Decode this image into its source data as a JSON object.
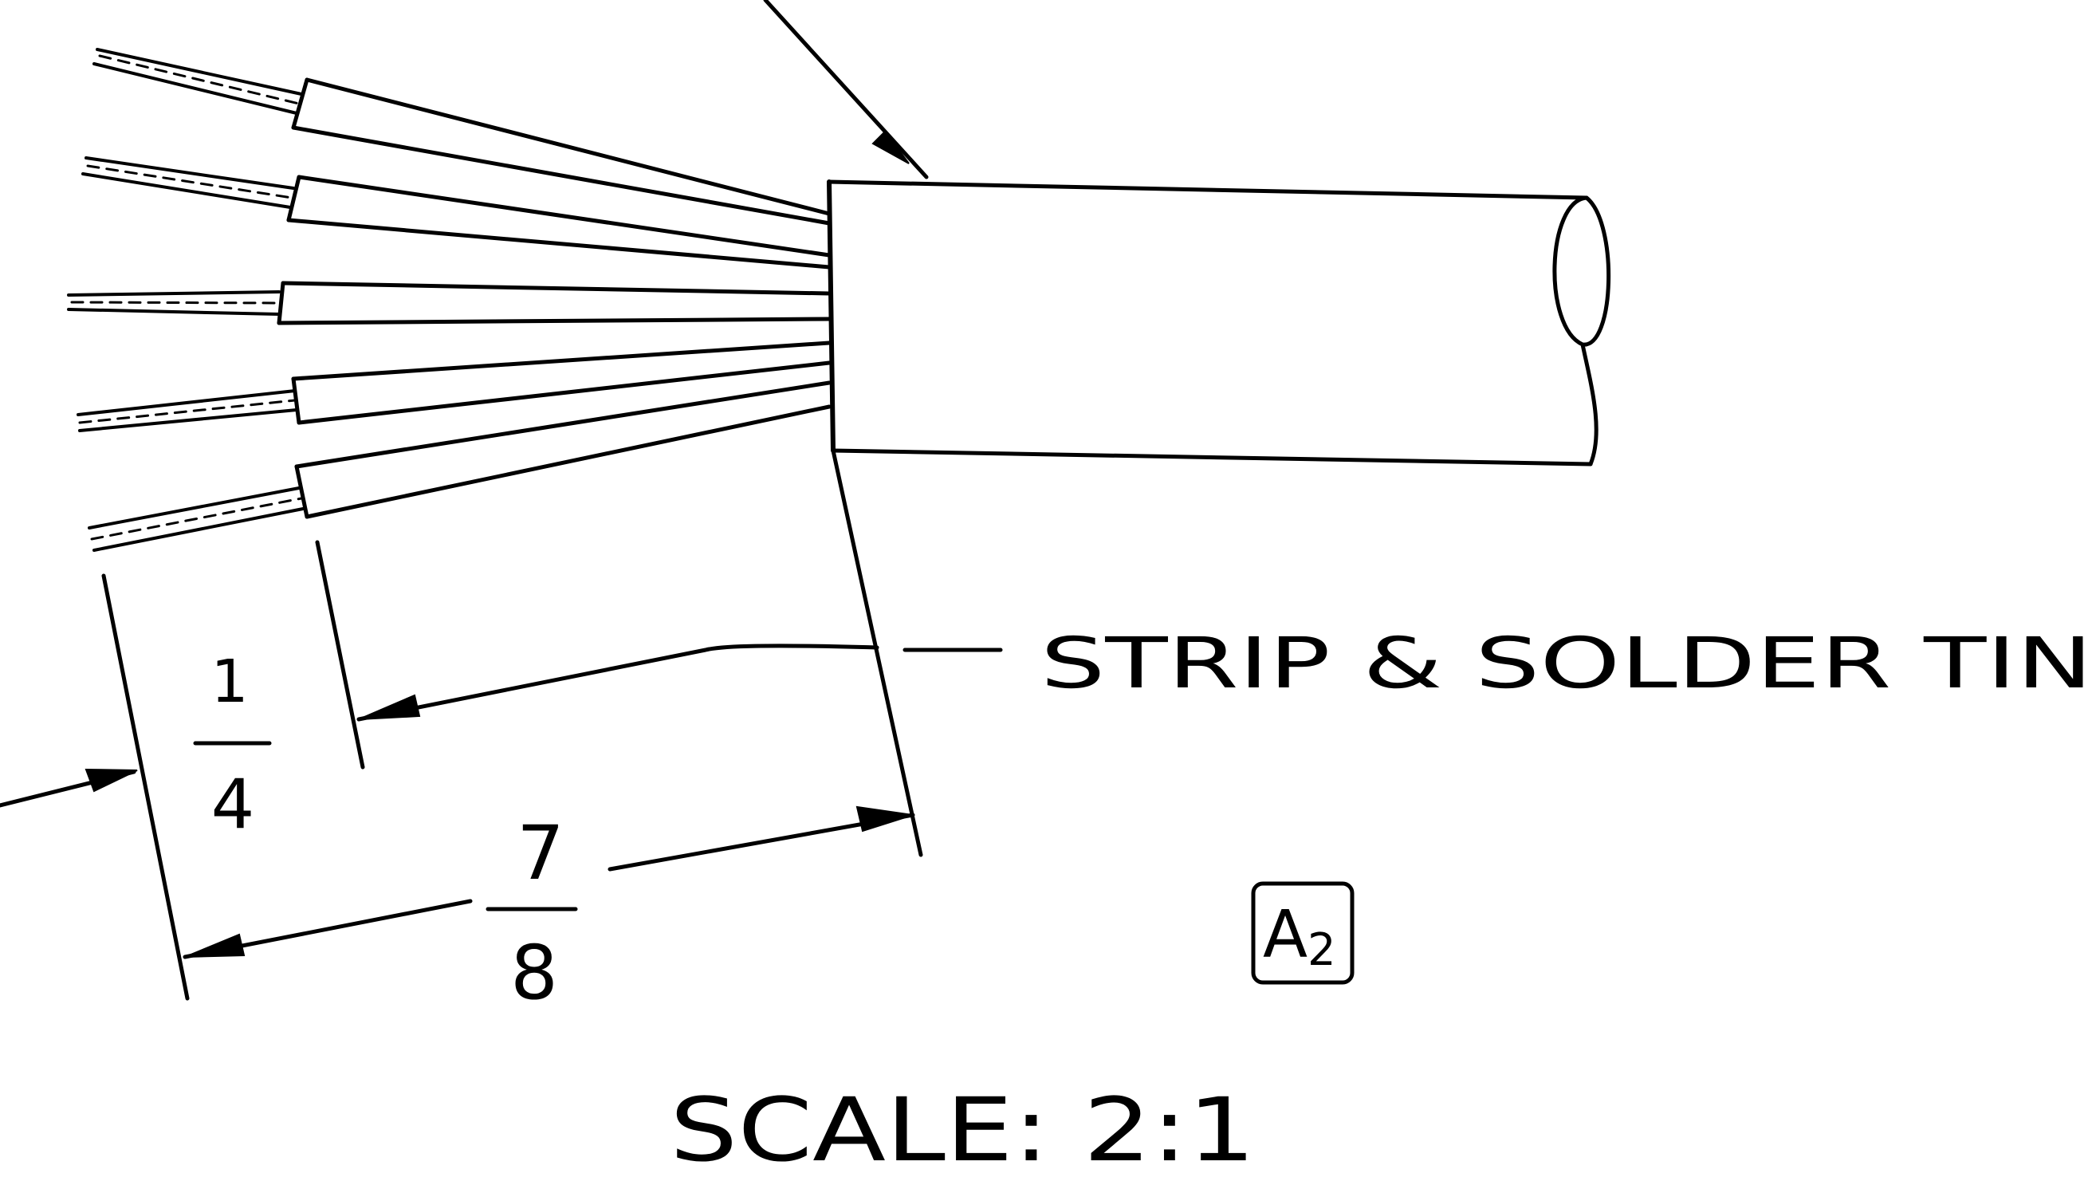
{
  "callout": {
    "text": "STRIP & SOLDER TIN"
  },
  "dimensions": {
    "inner": {
      "numerator": "1",
      "denominator": "4"
    },
    "outer": {
      "numerator": "7",
      "denominator": "8"
    }
  },
  "ref_tag": {
    "letter": "A",
    "subscript": "2"
  },
  "scale": {
    "text": "SCALE: 2:1"
  },
  "colors": {
    "ink": "#000000",
    "paper": "#ffffff"
  }
}
